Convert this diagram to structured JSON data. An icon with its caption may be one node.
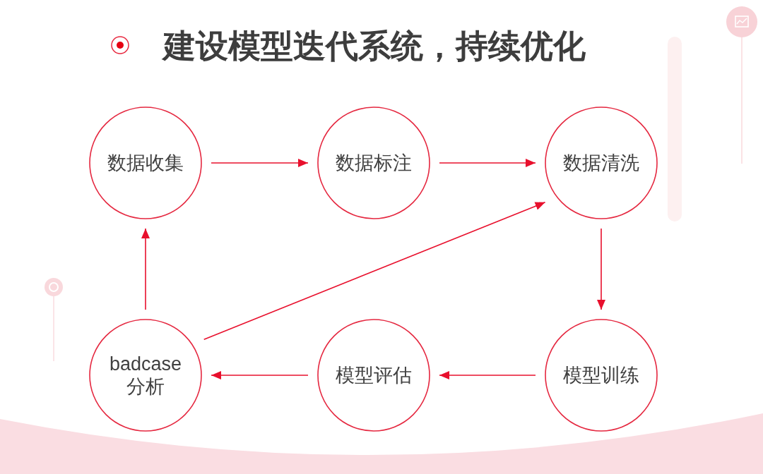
{
  "diagram": {
    "title": "建设模型迭代系统，持续优化",
    "nodes": [
      {
        "text": [
          "数据收集"
        ]
      },
      {
        "text": [
          "数据标注"
        ]
      },
      {
        "text": [
          "数据清洗"
        ]
      },
      {
        "text": [
          "badcase 分析"
        ]
      },
      {
        "text": [
          "模型评估"
        ]
      },
      {
        "text": [
          "模型训练"
        ]
      }
    ],
    "edges": [
      {
        "from": 0,
        "to": 1,
        "arrow": "to"
      },
      {
        "from": 1,
        "to": 2,
        "arrow": "to"
      },
      {
        "from": 2,
        "to": 5,
        "arrow": "to"
      },
      {
        "from": 5,
        "to": 4,
        "arrow": "to"
      },
      {
        "from": 4,
        "to": 3,
        "arrow": "to"
      },
      {
        "from": 3,
        "to": 0,
        "arrow": "to"
      },
      {
        "from": 3,
        "to": 2,
        "arrow": "to"
      }
    ]
  }
}
